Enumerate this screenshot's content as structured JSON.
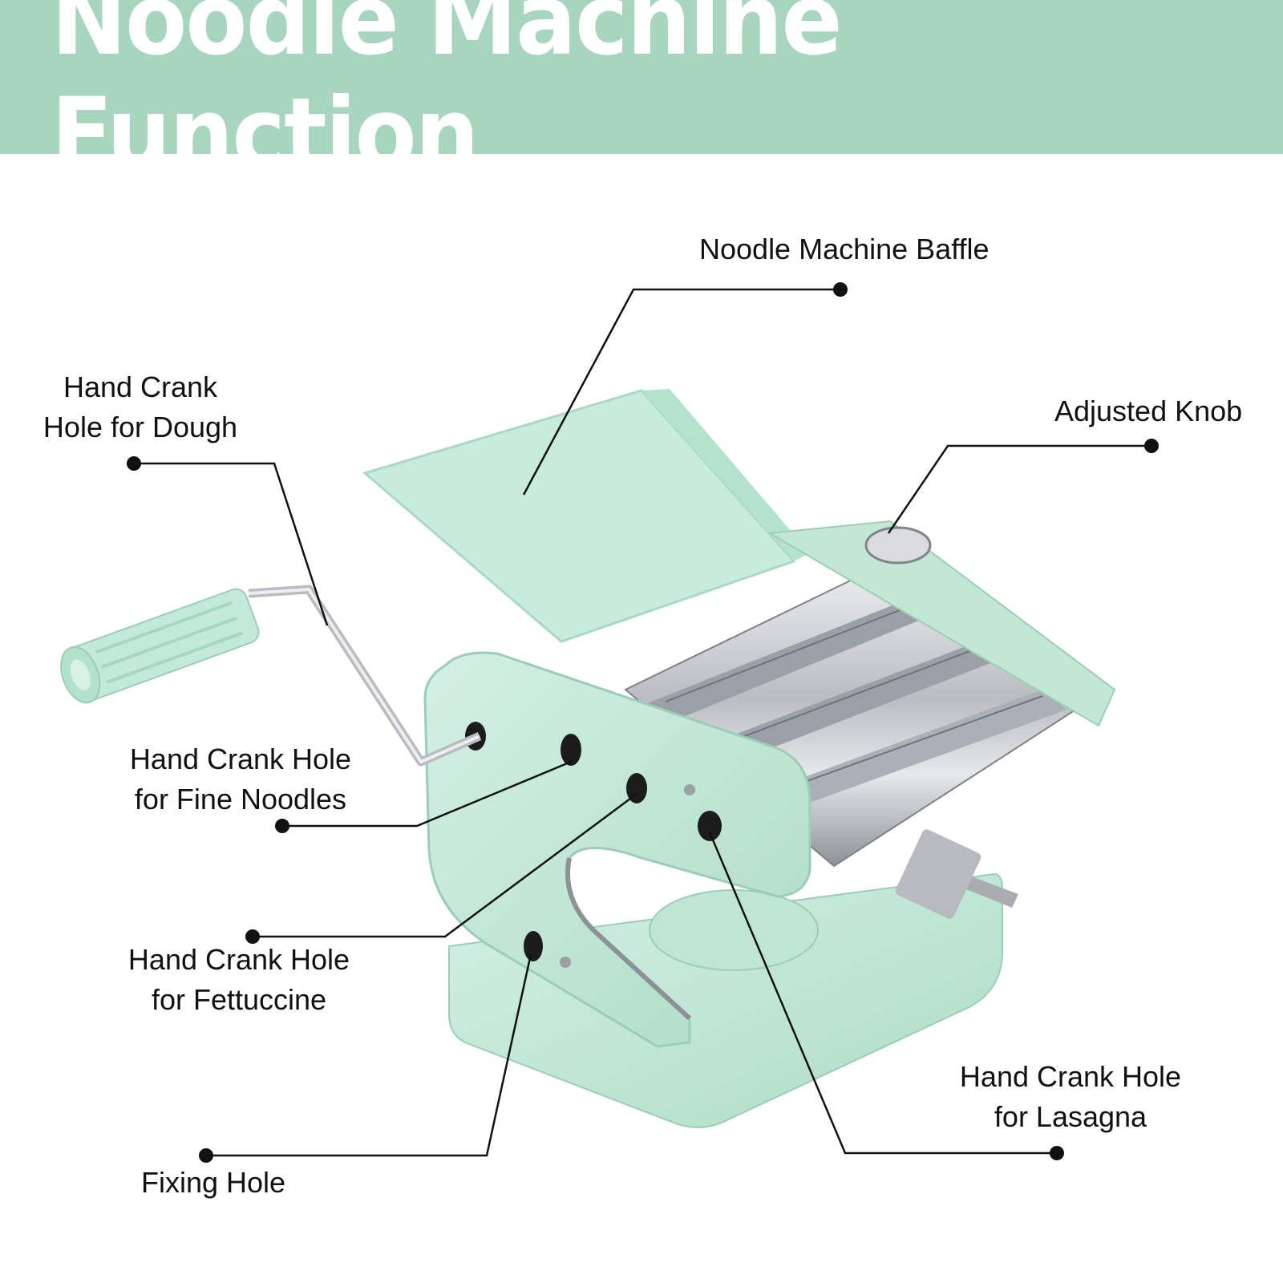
{
  "colors": {
    "banner": "#a8d5bd",
    "mint": "#c8ecdc",
    "mint_dark": "#a6d7c0",
    "steel": "#c9ccd0",
    "steel_dark": "#8d9298",
    "leader": "#111111"
  },
  "header": {
    "title": "Noodle Machine Function"
  },
  "labels": {
    "baffle": "Noodle Machine Baffle",
    "knob": "Adjusted Knob",
    "dough_line1": "Hand Crank",
    "dough_line2": "Hole for Dough",
    "fine_line1": "Hand Crank Hole",
    "fine_line2": "for Fine Noodles",
    "fettuccine_line1": "Hand Crank Hole",
    "fettuccine_line2": "for Fettuccine",
    "lasagna_line1": "Hand Crank Hole",
    "lasagna_line2": "for Lasagna",
    "fixing": "Fixing Hole"
  }
}
